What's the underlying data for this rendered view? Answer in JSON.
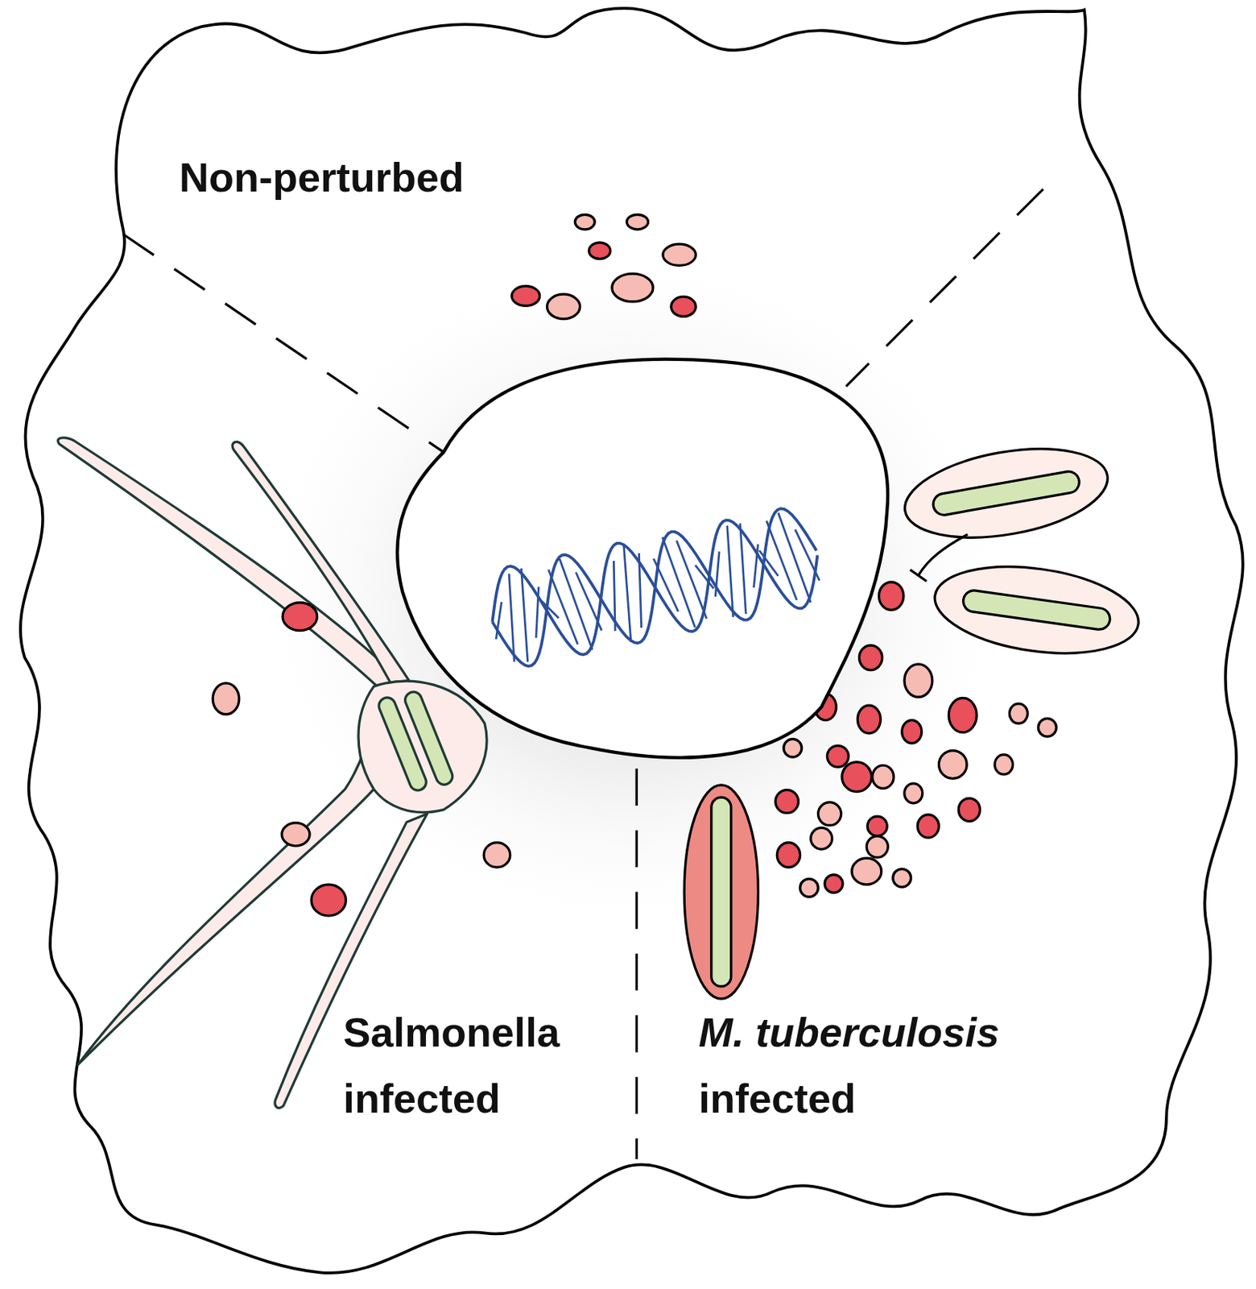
{
  "diagram": {
    "labels": [
      "Non-perturbed",
      "Salmonella infected",
      "M. tuberculosis infected"
    ]
  }
}
